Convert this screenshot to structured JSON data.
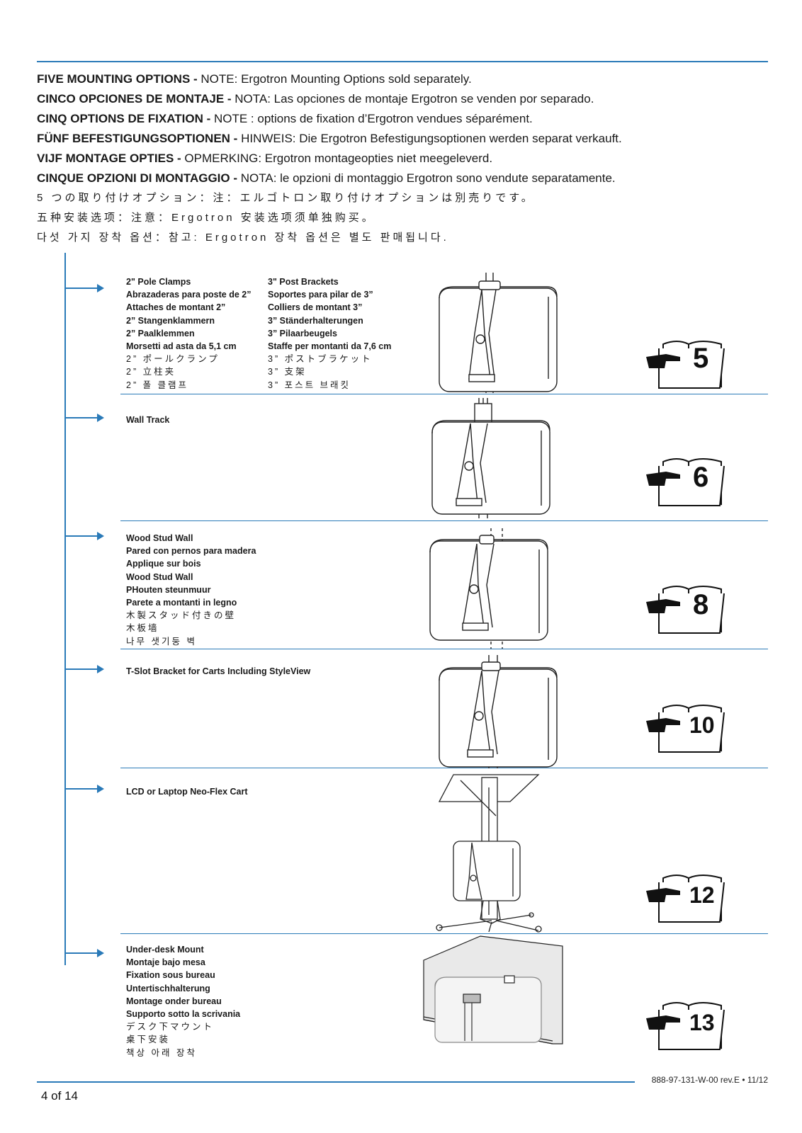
{
  "heading": {
    "lines": [
      {
        "bold": "FIVE MOUNTING OPTIONS -",
        "text": " NOTE: Ergotron Mounting Options sold separately."
      },
      {
        "bold": "CINCO OPCIONES DE MONTAJE -",
        "text": " NOTA: Las opciones de montaje Ergotron se venden por separado."
      },
      {
        "bold": "CINQ OPTIONS DE FIXATION -",
        "text": " NOTE : options de fixation d’Ergotron vendues séparément."
      },
      {
        "bold": "FÜNF BEFESTIGUNGSOPTIONEN -",
        "text": " HINWEIS: Die Ergotron Befestigungsoptionen werden separat verkauft."
      },
      {
        "bold": "VIJF MONTAGE OPTIES -",
        "text": " OPMERKING: Ergotron montageopties niet meegeleverd."
      },
      {
        "bold": "CINQUE OPZIONI DI MONTAGGIO -",
        "text": " NOTA: le opzioni di montaggio Ergotron sono vendute separatamente."
      },
      {
        "bold": "5 つの取り付けオプション：",
        "text": "注：エルゴトロン取り付けオプションは別売りです。"
      },
      {
        "bold": "五种安装选项：",
        "text": "注意：Ergotron 安装选项须单独购买。"
      },
      {
        "bold": "다섯 가지 장착 옵션：",
        "text": "참고: Ergotron 장착 옵션은 별도 판매됩니다."
      }
    ]
  },
  "options": [
    {
      "col1": [
        "2\" Pole Clamps",
        "Abrazaderas para poste de 2”",
        "Attaches de montant 2”",
        "2” Stangenklammern",
        "2” Paalklemmen",
        "Morsetti ad asta da 5,1 cm"
      ],
      "col1_cjk": [
        "2” ポールクランプ",
        "2” 立柱夹",
        "2” 폴 클램프"
      ],
      "col2": [
        "3\" Post Brackets",
        "Soportes para pilar de 3”",
        "Colliers de montant 3”",
        "3” Ständerhalterungen",
        "3” Pilaarbeugels",
        "Staffe per montanti da 7,6 cm"
      ],
      "col2_cjk": [
        "3” ポストブラケット",
        "3” 支架",
        "3” 포스트 브래킷"
      ],
      "page": "5"
    },
    {
      "col1": [
        "Wall Track"
      ],
      "page": "6"
    },
    {
      "col1": [
        "Wood Stud Wall",
        "Pared con pernos para madera",
        "Applique sur bois",
        "Wood Stud Wall",
        "PHouten steunmuur",
        "Parete a montanti in legno"
      ],
      "col1_cjk": [
        "木製スタッド付きの壁",
        "木板墙",
        "나무 샛기둥 벽"
      ],
      "page": "8"
    },
    {
      "col1": [
        "T-Slot Bracket for Carts Including StyleView"
      ],
      "page": "10"
    },
    {
      "col1": [
        "LCD or Laptop Neo-Flex Cart"
      ],
      "page": "12"
    },
    {
      "col1": [
        "Under-desk Mount",
        "Montaje bajo mesa",
        "Fixation sous bureau",
        "Untertischhalterung",
        "Montage onder bureau",
        "Supporto sotto la scrivania"
      ],
      "col1_cjk": [
        "デスク下マウント",
        "桌下安装",
        "책상 아래 장착"
      ],
      "page": "13"
    }
  ],
  "footer": {
    "doc_code": "888-97-131-W-00 rev.E • 11/12",
    "page_label": "4 of 14"
  },
  "colors": {
    "accent": "#2a7ab8"
  },
  "icons": [
    "pointing-hand-book-icon"
  ]
}
